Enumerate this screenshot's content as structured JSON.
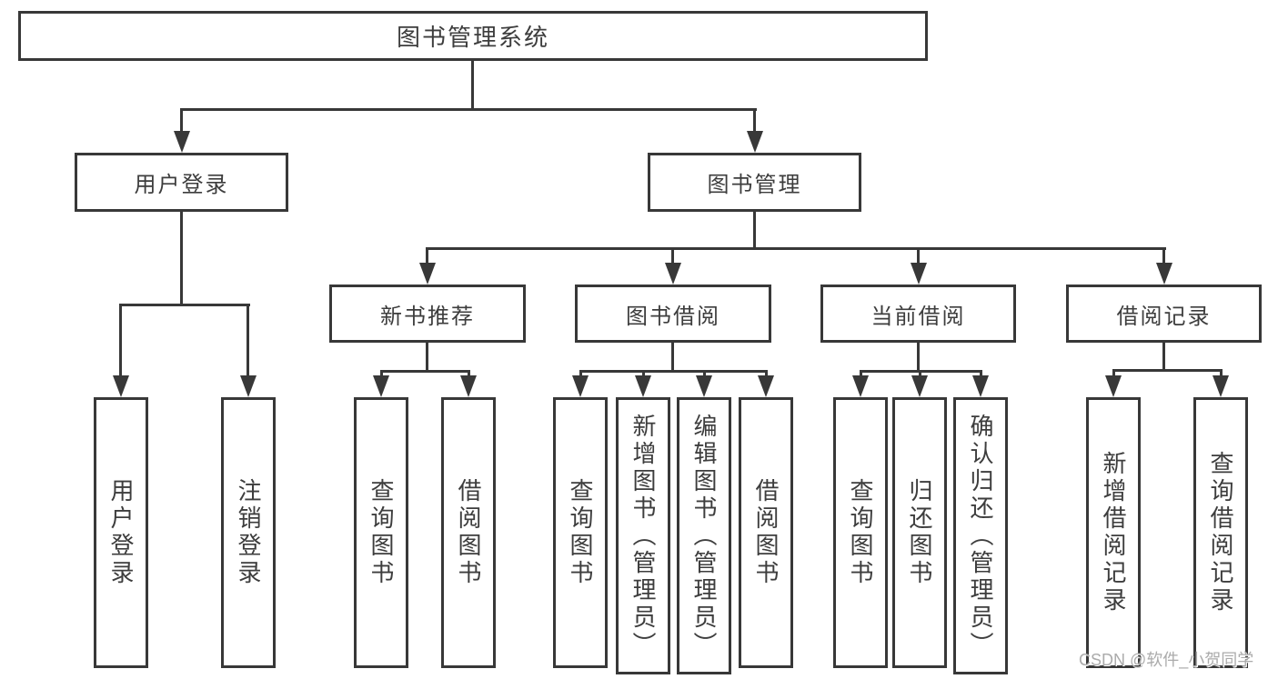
{
  "tree": {
    "label": "图书管理系统",
    "children": [
      {
        "label": "用户登录",
        "children": [
          {
            "label": "用户登录"
          },
          {
            "label": "注销登录"
          }
        ]
      },
      {
        "label": "图书管理",
        "children": [
          {
            "label": "新书推荐",
            "children": [
              {
                "label": "查询图书"
              },
              {
                "label": "借阅图书"
              }
            ]
          },
          {
            "label": "图书借阅",
            "children": [
              {
                "label": "查询图书"
              },
              {
                "label": "新增图书（管理员）"
              },
              {
                "label": "编辑图书（管理员）"
              },
              {
                "label": "借阅图书"
              }
            ]
          },
          {
            "label": "当前借阅",
            "children": [
              {
                "label": "查询图书"
              },
              {
                "label": "归还图书"
              },
              {
                "label": "确认归还（管理员）"
              }
            ]
          },
          {
            "label": "借阅记录",
            "children": [
              {
                "label": "新增借阅记录"
              },
              {
                "label": "查询借阅记录"
              }
            ]
          }
        ]
      }
    ]
  },
  "watermark": {
    "text": "CSDN @软件_小贺同学"
  },
  "colors": {
    "line": "#383838",
    "box_border": "#383838",
    "text": "#3d3d3d",
    "watermark": "#ababab",
    "background": "#ffffff"
  }
}
